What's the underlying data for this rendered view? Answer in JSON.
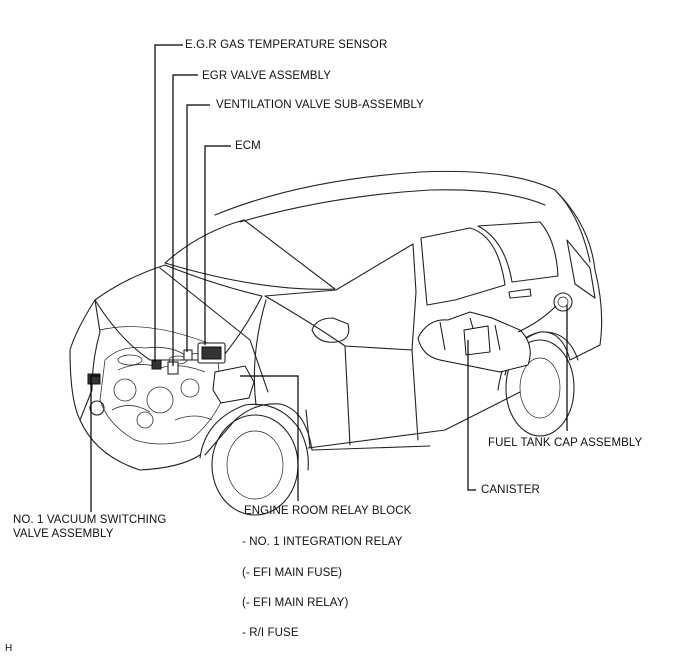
{
  "labels": {
    "egr_gas_temp_sensor": "E.G.R GAS TEMPERATURE SENSOR",
    "egr_valve_assembly": "EGR VALVE ASSEMBLY",
    "ventilation_valve": "VENTILATION VALVE SUB-ASSEMBLY",
    "ecm": "ECM",
    "fuel_tank_cap": "FUEL TANK CAP ASSEMBLY",
    "canister": "CANISTER",
    "vsv_line1": "NO. 1 VACUUM SWITCHING",
    "vsv_line2": "VALVE ASSEMBLY",
    "relay_block": "ENGINE ROOM RELAY BLOCK",
    "relay_items": [
      "- NO. 1 INTEGRATION RELAY",
      "(- EFI MAIN FUSE)",
      "(- EFI MAIN RELAY)",
      "- R/I FUSE"
    ]
  },
  "corner_mark": "H"
}
